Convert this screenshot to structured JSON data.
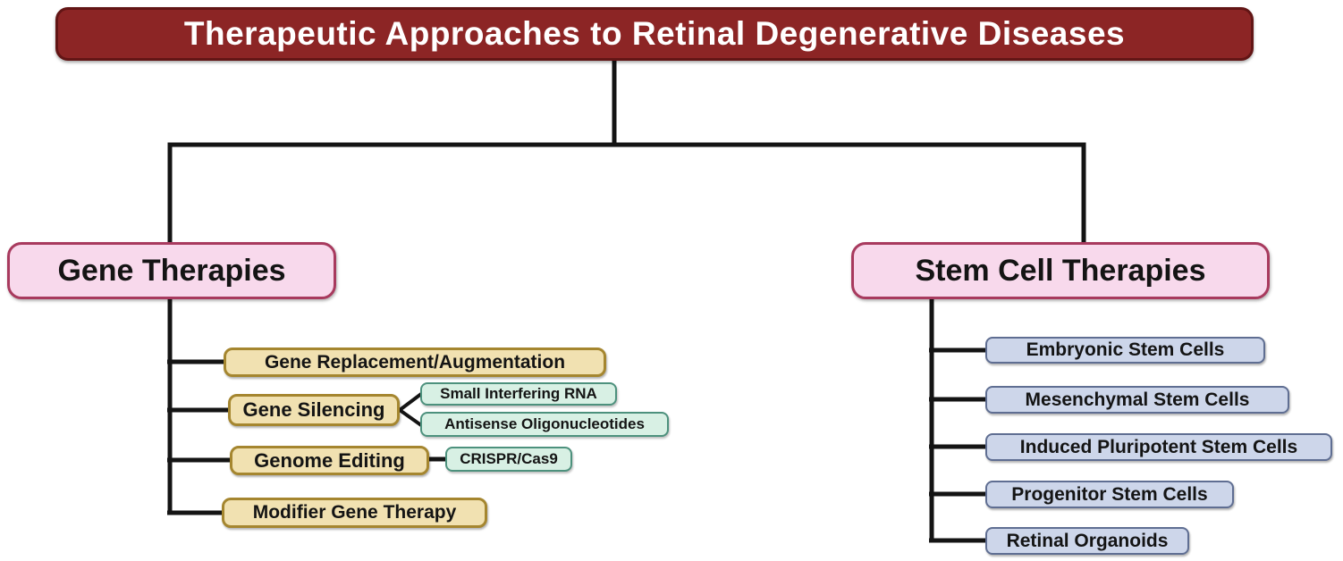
{
  "title": "Therapeutic Approaches to Retinal Degenerative Diseases",
  "palette": {
    "title_bg": "#8C2525",
    "title_border": "#621515",
    "title_text": "#FFFFFF",
    "pink_bg": "#F8D9EC",
    "pink_border": "#A83A5E",
    "tan_bg": "#F1E1B1",
    "tan_border": "#A5862F",
    "mint_bg": "#D8F0E4",
    "mint_border": "#4D917D",
    "blue_bg": "#CDD6EA",
    "blue_border": "#5F6E92",
    "line_color": "#141414",
    "text_color": "#141414"
  },
  "branches": {
    "gene": {
      "label": "Gene Therapies",
      "items": [
        {
          "label": "Gene Replacement/Augmentation",
          "children": []
        },
        {
          "label": "Gene Silencing",
          "children": [
            "Small Interfering RNA",
            "Antisense Oligonucleotides"
          ]
        },
        {
          "label": "Genome Editing",
          "children": [
            "CRISPR/Cas9"
          ]
        },
        {
          "label": "Modifier Gene Therapy",
          "children": []
        }
      ]
    },
    "stem": {
      "label": "Stem Cell Therapies",
      "items": [
        {
          "label": "Embryonic Stem Cells"
        },
        {
          "label": "Mesenchymal Stem Cells"
        },
        {
          "label": "Induced Pluripotent Stem Cells"
        },
        {
          "label": "Progenitor Stem Cells"
        },
        {
          "label": "Retinal Organoids"
        }
      ]
    }
  }
}
